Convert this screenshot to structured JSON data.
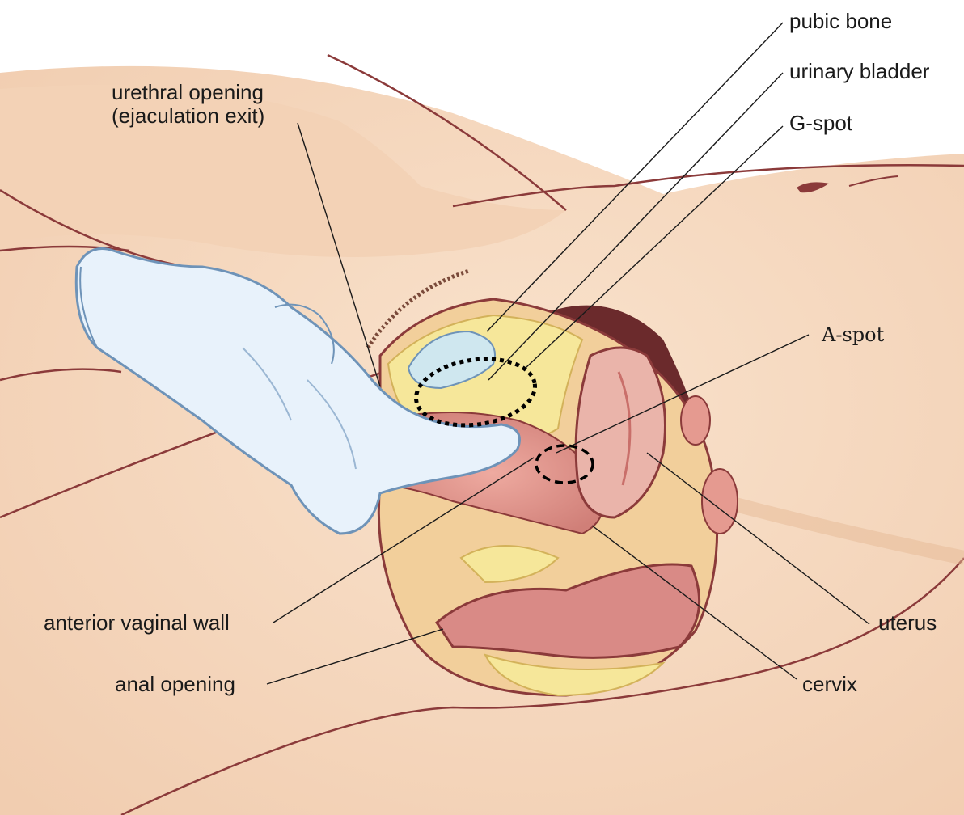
{
  "labels": {
    "pubic_bone": "pubic bone",
    "urinary_bladder": "urinary bladder",
    "g_spot": "G-spot",
    "urethral_opening": "urethral opening\n(ejaculation exit)",
    "a_spot": "A-spot",
    "anterior_vaginal_wall": "anterior vaginal wall",
    "anal_opening": "anal opening",
    "uterus": "uterus",
    "cervix": "cervix"
  },
  "colors": {
    "skin": "#f6dcc4",
    "skin_shade": "#eec3a2",
    "outline": "#8b3a3a",
    "tissue": "#e59a90",
    "tissue_dark": "#c96f6a",
    "fat": "#f6e79a",
    "bladder": "#cfe7ef",
    "glove": "#e8f2fb",
    "glove_edge": "#6e93b8",
    "cavity": "#6b2a2c",
    "leader": "#1a1a1a"
  },
  "icons": {
    "hand": "gloved-hand",
    "g_spot_marker": "dotted-ellipse",
    "a_spot_marker": "dashed-ellipse"
  }
}
